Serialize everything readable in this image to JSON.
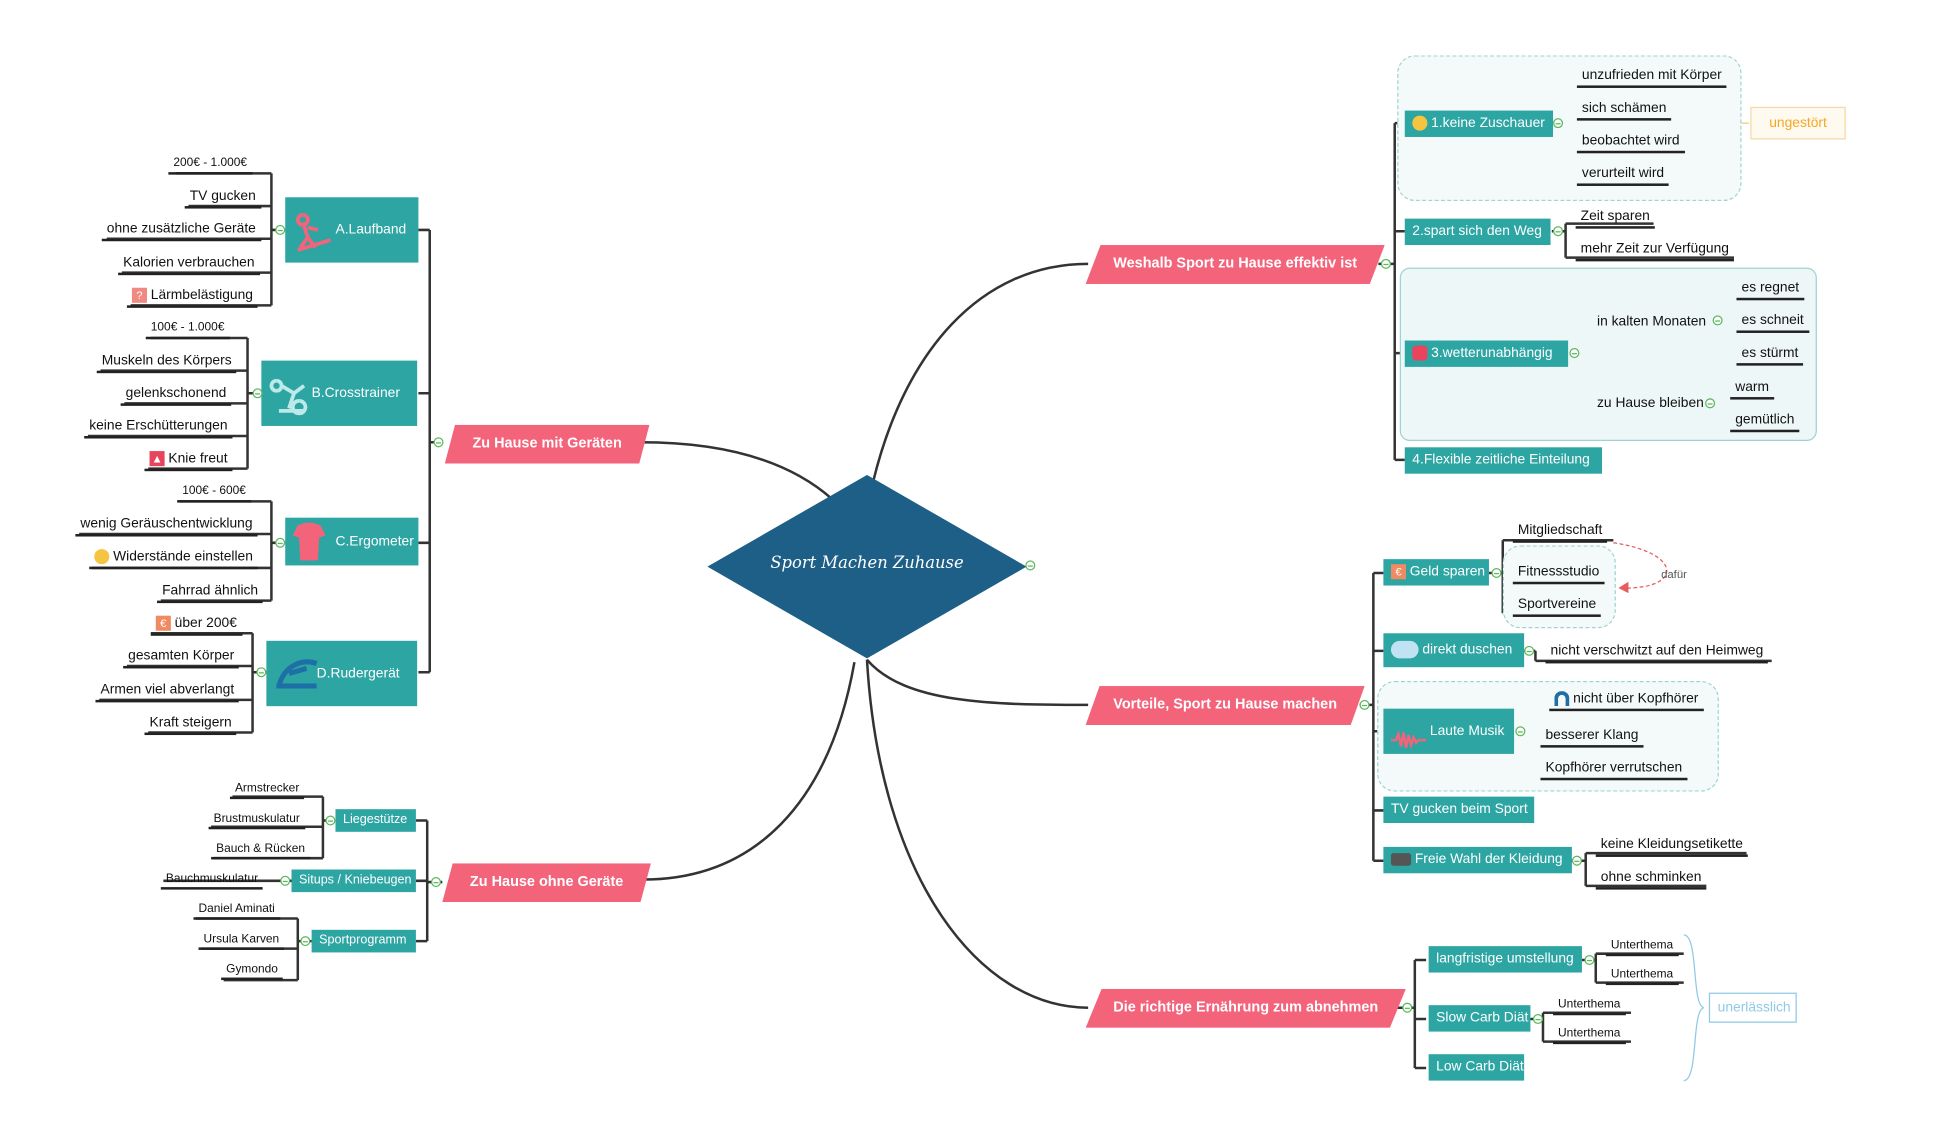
{
  "center": {
    "title": "Sport Machen Zuhause"
  },
  "colors": {
    "main": "#f3647b",
    "sub": "#2ca5a3",
    "center": "#1d5f86",
    "note_orange": "#f5a623",
    "note_blue": "#8fc9e6"
  },
  "left": {
    "geraete": {
      "title": "Zu Hause  mit Geräten",
      "laufband": {
        "label": "A.Laufband",
        "icon": "treadmill-icon",
        "items": [
          "200€ - 1.000€",
          "TV gucken",
          "ohne zusätzliche Geräte",
          "Kalorien verbrauchen",
          "Lärmbelästigung"
        ]
      },
      "crosstrainer": {
        "label": "B.Crosstrainer",
        "icon": "crosstrainer-icon",
        "items": [
          "100€ - 1.000€",
          "Muskeln des Körpers",
          "gelenkschonend",
          "keine Erschütterungen",
          "Knie freut"
        ]
      },
      "ergometer": {
        "label": "C.Ergometer",
        "icon": "shirt-icon",
        "items": [
          "100€ - 600€",
          "wenig Geräuschentwicklung",
          "Widerstände einstellen",
          "Fahrrad ähnlich"
        ]
      },
      "rudergeraet": {
        "label": "D.Rudergerät",
        "icon": "rowing-icon",
        "items": [
          "über 200€",
          "gesamten Körper",
          "Armen viel abverlangt",
          "Kraft steigern"
        ]
      }
    },
    "ohne": {
      "title": "Zu Hause  ohne Geräte",
      "liegestuetze": {
        "label": "Liegestütze",
        "items": [
          "Armstrecker",
          "Brustmuskulatur",
          "Bauch & Rücken"
        ]
      },
      "situps": {
        "label": "Situps / Kniebeugen",
        "items": [
          "Bauchmuskulatur"
        ]
      },
      "sportprogramm": {
        "label": "Sportprogramm",
        "items": [
          "Daniel Aminati",
          "Ursula Karven",
          "Gymondo"
        ]
      }
    }
  },
  "right": {
    "effektiv": {
      "title": "Weshalb Sport zu Hause effektiv ist",
      "zuschauer": {
        "label": "1.keine Zuschauer",
        "items": [
          "unzufrieden mit Körper",
          "sich schämen",
          "beobachtet wird",
          "verurteilt wird"
        ],
        "note": "ungestört"
      },
      "weg": {
        "label": "2.spart sich den Weg",
        "items": [
          "Zeit sparen",
          "mehr Zeit zur Verfügung"
        ]
      },
      "wetter": {
        "label": "3.wetterunabhängig",
        "kalt": {
          "label": "in kalten Monaten",
          "items": [
            "es regnet",
            "es schneit",
            "es stürmt"
          ]
        },
        "bleiben": {
          "label": "zu Hause bleiben",
          "items": [
            "warm",
            "gemütlich"
          ]
        }
      },
      "flexibel": {
        "label": "4.Flexible zeitliche Einteilung"
      }
    },
    "vorteile": {
      "title": "Vorteile, Sport zu Hause machen",
      "geld": {
        "label": "Geld sparen",
        "items": [
          "Mitgliedschaft",
          "Fitnessstudio",
          "Sportvereine"
        ],
        "relation": "dafür"
      },
      "duschen": {
        "label": "direkt duschen",
        "items": [
          "nicht verschwitzt auf den Heimweg"
        ]
      },
      "musik": {
        "label": "Laute Musik",
        "items": [
          "nicht über Kopfhörer",
          "besserer Klang",
          "Kopfhörer verrutschen"
        ]
      },
      "tv": {
        "label": "TV gucken beim Sport"
      },
      "kleidung": {
        "label": "Freie Wahl der Kleidung",
        "items": [
          "keine Kleidungsetikette",
          "ohne schminken"
        ]
      }
    },
    "ernaehrung": {
      "title": "Die richtige Ernährung zum abnehmen",
      "umstellung": {
        "label": "langfristige umstellung",
        "items": [
          "Unterthema",
          "Unterthema"
        ]
      },
      "slowcarb": {
        "label": "Slow Carb Diät",
        "items": [
          "Unterthema",
          "Unterthema"
        ]
      },
      "lowcarb": {
        "label": "Low Carb Diät"
      },
      "note": "unerlässlich"
    }
  }
}
